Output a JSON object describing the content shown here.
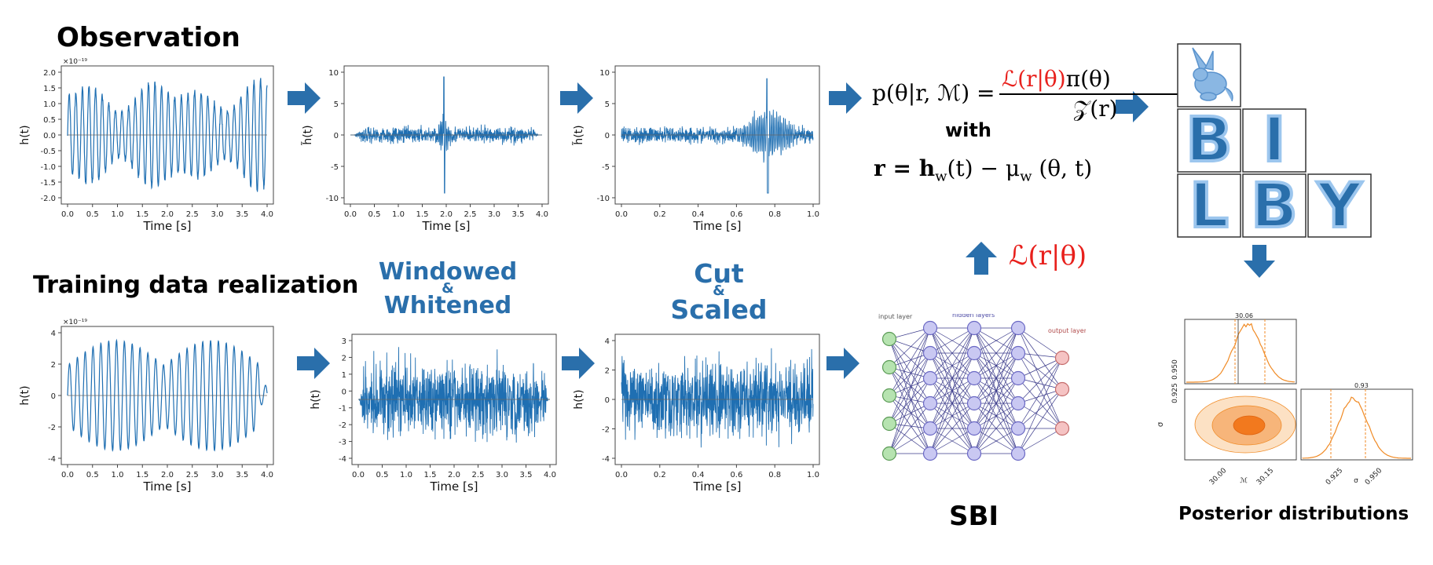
{
  "labels": {
    "observation": "Observation",
    "training": "Training data realization",
    "windowed": "Windowed",
    "whitened": "Whitened",
    "amp": "&",
    "cut": "Cut",
    "scaled": "Scaled",
    "sbi": "SBI",
    "posterior": "Posterior distributions",
    "with": "with"
  },
  "equations": {
    "posterior_lhs": "p(θ|r, ℳ) =",
    "numerator_red": "ℒ(r|θ)",
    "numerator_rest": "π(θ)",
    "denominator": "𝒵(r)",
    "residual": "r = h",
    "residual_tail": "(t) − μ",
    "residual_end": " (θ, t)",
    "sub_w": "w",
    "likelihood": "ℒ(r|θ)"
  },
  "plots": {
    "time_label": "Time [s]",
    "obs_raw": {
      "ylabel": "h(t)",
      "scale": "×10⁻¹⁹",
      "yticks": [
        "2.0",
        "1.5",
        "1.0",
        "0.5",
        "0.0",
        "-0.5",
        "-1.0",
        "-1.5",
        "-2.0"
      ],
      "xticks": [
        "0.0",
        "0.5",
        "1.0",
        "1.5",
        "2.0",
        "2.5",
        "3.0",
        "3.5",
        "4.0"
      ]
    },
    "obs_white": {
      "ylabel": "h̃(t)",
      "yticks": [
        "10",
        "5",
        "0",
        "-5",
        "-10"
      ],
      "xticks": [
        "0.0",
        "0.5",
        "1.0",
        "1.5",
        "2.0",
        "2.5",
        "3.0",
        "3.5",
        "4.0"
      ]
    },
    "obs_cut": {
      "ylabel": "h̃(t)",
      "yticks": [
        "10",
        "5",
        "0",
        "-5",
        "-10"
      ],
      "xticks": [
        "0.0",
        "0.2",
        "0.4",
        "0.6",
        "0.8",
        "1.0"
      ]
    },
    "train_raw": {
      "ylabel": "h(t)",
      "scale": "×10⁻¹⁹",
      "yticks": [
        "4",
        "2",
        "0",
        "-2",
        "-4"
      ],
      "xticks": [
        "0.0",
        "0.5",
        "1.0",
        "1.5",
        "2.0",
        "2.5",
        "3.0",
        "3.5",
        "4.0"
      ]
    },
    "train_white": {
      "ylabel": "h(t)",
      "yticks": [
        "3",
        "2",
        "1",
        "0",
        "-1",
        "-2",
        "-3",
        "-4"
      ],
      "xticks": [
        "0.0",
        "0.5",
        "1.0",
        "1.5",
        "2.0",
        "2.5",
        "3.0",
        "3.5",
        "4.0"
      ]
    },
    "train_cut": {
      "ylabel": "h(t)",
      "yticks": [
        "4",
        "2",
        "0",
        "-2",
        "-4"
      ],
      "xticks": [
        "0.0",
        "0.2",
        "0.4",
        "0.6",
        "0.8",
        "1.0"
      ]
    }
  },
  "network": {
    "input_label": "input layer",
    "hidden_label": "hidden layers",
    "output_label": "output layer"
  },
  "corner": {
    "top_title": "30.06",
    "right_title": "0.93",
    "left_yticks": [
      "0.950",
      "0.925"
    ],
    "left_ylabel": "σ",
    "bottom_xticks_left": [
      "30.00",
      "30.15"
    ],
    "bottom_xlabel_left": "ℳ",
    "bottom_xticks_right": [
      "0.925",
      "0.950"
    ],
    "bottom_xlabel_right": "σ"
  },
  "colors": {
    "blue": "#2a6fab",
    "signal": "#1f6fb2",
    "red": "#e8201c",
    "orange": "#f08a24"
  }
}
